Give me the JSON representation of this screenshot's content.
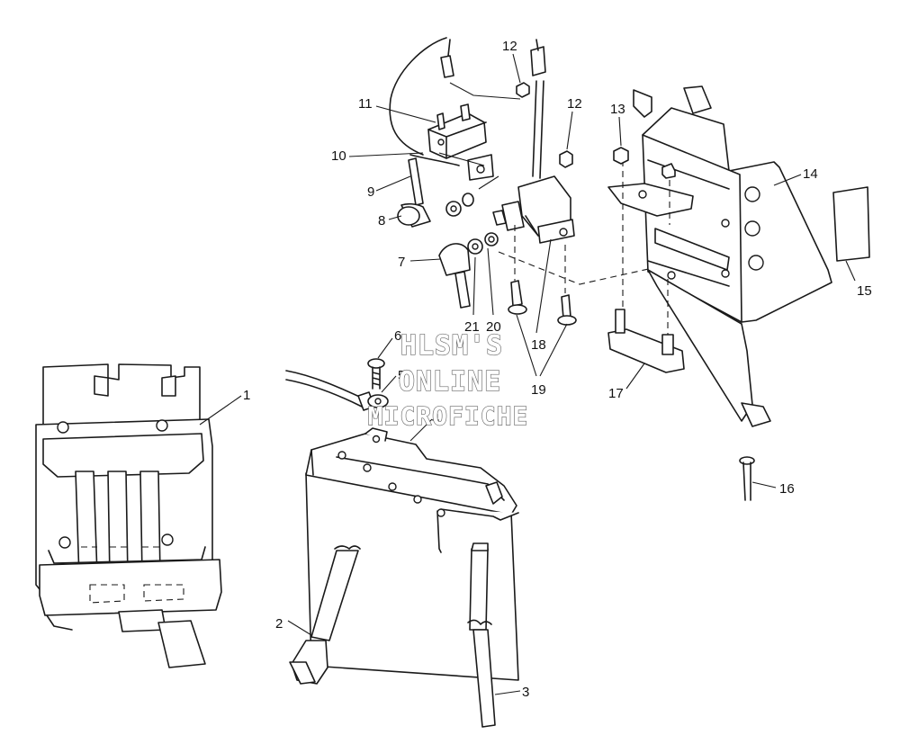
{
  "watermark": {
    "line1": "HLSM'S",
    "line2": "ONLINE",
    "line3": "MICROFICHE"
  },
  "callouts": [
    {
      "id": "1",
      "label": "1"
    },
    {
      "id": "2",
      "label": "2"
    },
    {
      "id": "3",
      "label": "3"
    },
    {
      "id": "4",
      "label": "4"
    },
    {
      "id": "5",
      "label": "5"
    },
    {
      "id": "6",
      "label": "6"
    },
    {
      "id": "7",
      "label": "7"
    },
    {
      "id": "8",
      "label": "8"
    },
    {
      "id": "9",
      "label": "9"
    },
    {
      "id": "10",
      "label": "10"
    },
    {
      "id": "11",
      "label": "11"
    },
    {
      "id": "12a",
      "label": "12"
    },
    {
      "id": "12b",
      "label": "12"
    },
    {
      "id": "13",
      "label": "13"
    },
    {
      "id": "14",
      "label": "14"
    },
    {
      "id": "15",
      "label": "15"
    },
    {
      "id": "16",
      "label": "16"
    },
    {
      "id": "17",
      "label": "17"
    },
    {
      "id": "18",
      "label": "18"
    },
    {
      "id": "19",
      "label": "19"
    },
    {
      "id": "20",
      "label": "20"
    },
    {
      "id": "21",
      "label": "21"
    }
  ]
}
